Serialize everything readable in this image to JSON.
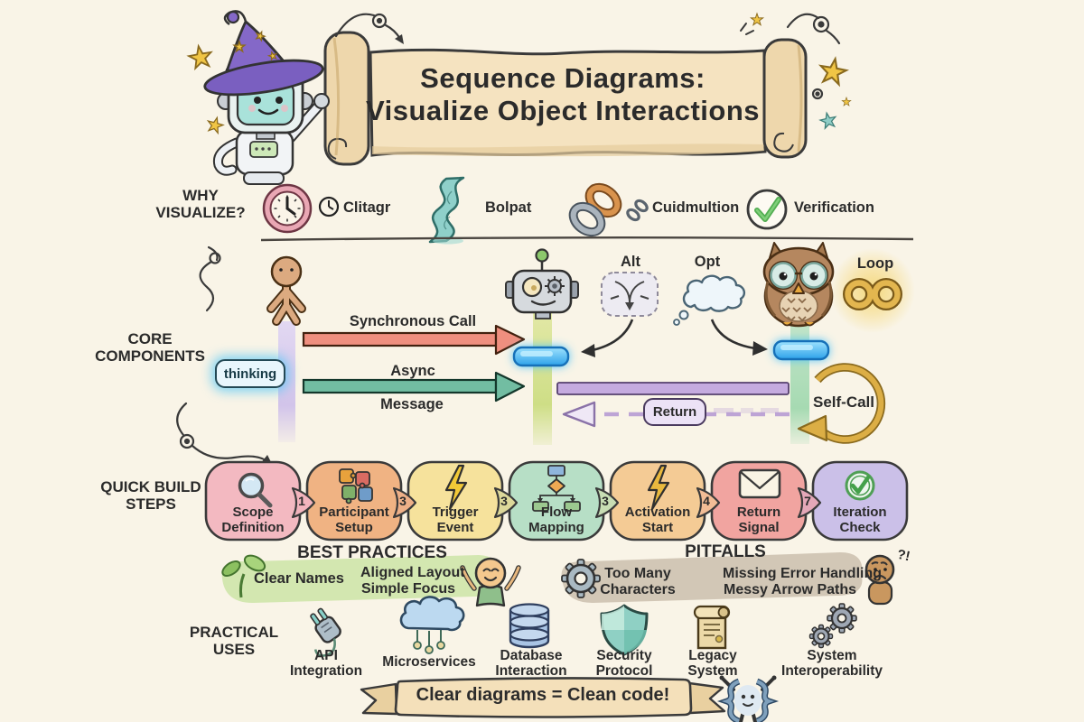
{
  "banner": {
    "title_line1": "Sequence Diagrams:",
    "title_line2": "Visualize Object Interactions"
  },
  "sections": {
    "why": "WHY\nVISUALIZE?",
    "core": "CORE\nCOMPONENTS",
    "steps": "QUICK BUILD\nSTEPS",
    "practical": "PRACTICAL\nUSES"
  },
  "why_items": [
    {
      "icon": "clock-icon",
      "label": "Clitagr"
    },
    {
      "icon": "river-icon",
      "label": "Bolpat"
    },
    {
      "icon": "chain-icon",
      "label": "Cuidmultion"
    },
    {
      "icon": "check-icon",
      "label": "Verification"
    }
  ],
  "core": {
    "thinking_label": "thinking",
    "sync_label": "Synchronous Call",
    "async_label_1": "Async",
    "async_label_2": "Message",
    "return_label": "Return",
    "self_call_label": "Self-Call",
    "alt_label": "Alt",
    "opt_label": "Opt",
    "loop_label": "Loop"
  },
  "steps": {
    "items": [
      {
        "icon": "magnifier-icon",
        "title": "Scope\nDefinition"
      },
      {
        "icon": "puzzle-icon",
        "title": "Participant\nSetup"
      },
      {
        "icon": "lightning-icon",
        "title": "Trigger\nEvent"
      },
      {
        "icon": "flowchart-icon",
        "title": "Flow\nMapping"
      },
      {
        "icon": "lightning-icon",
        "title": "Activation\nStart"
      },
      {
        "icon": "envelope-icon",
        "title": "Return\nSignal"
      },
      {
        "icon": "check-circle-icon",
        "title": "Iteration\nCheck"
      }
    ],
    "connectors": [
      "1",
      "3",
      "3",
      "3",
      "4",
      "7"
    ]
  },
  "best_practices": {
    "title": "BEST PRACTICES",
    "items": [
      "Clear Names",
      "Aligned Layout",
      "Simple Focus"
    ]
  },
  "pitfalls": {
    "title": "PITFALLS",
    "items": [
      "Too Many\nCharacters",
      "Missing Error Handling",
      "Messy Arrow Paths"
    ],
    "marks": "?!"
  },
  "practical_uses": [
    {
      "icon": "plug-icon",
      "label": "API\nIntegration"
    },
    {
      "icon": "cloud-network-icon",
      "label": "Microservices"
    },
    {
      "icon": "database-icon",
      "label": "Database\nInteraction"
    },
    {
      "icon": "shield-icon",
      "label": "Security\nProtocol"
    },
    {
      "icon": "scroll-icon",
      "label": "Legacy\nSystem"
    },
    {
      "icon": "gears-icon",
      "label": "System\nInteroperability"
    }
  ],
  "footer": {
    "text": "Clear diagrams = Clean code!"
  },
  "colors": {
    "background": "#f9f4e7",
    "sync_arrow": "#ef8f7f",
    "async_arrow": "#72bda2",
    "return_arrow": "#c5abdf",
    "activation": "#3fb4f0",
    "self_call": "#dcae45",
    "best_blob": "#cfe5ab",
    "pitfalls_blob": "#cec2b2"
  }
}
